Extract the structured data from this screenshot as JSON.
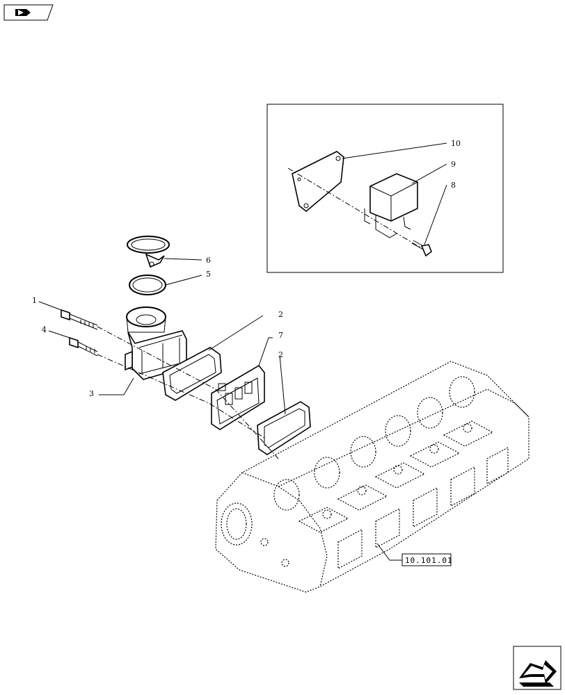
{
  "header_icon": "book-arrow-icon",
  "footer_icon": "next-page-arrow-icon",
  "callouts": [
    "10",
    "9",
    "8",
    "6",
    "5",
    "2",
    "7",
    "2",
    "1",
    "4",
    "3"
  ],
  "reference": "10.101.01"
}
